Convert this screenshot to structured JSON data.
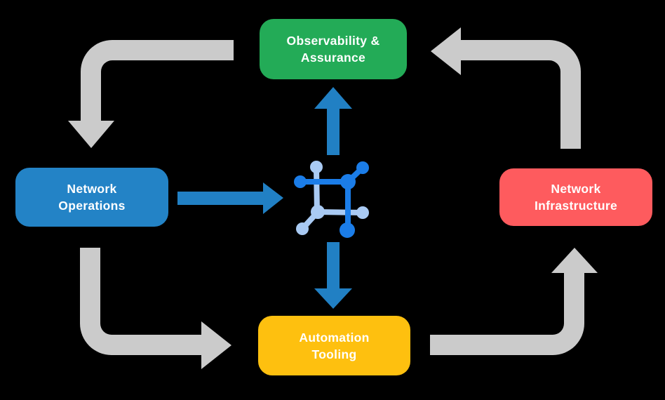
{
  "diagram": {
    "background_color": "#000000",
    "text_color": "#ffffff",
    "nodes": {
      "observability": {
        "line1": "Observability &",
        "line2": "Assurance",
        "color": "#23ab57"
      },
      "operations": {
        "line1": "Network",
        "line2": "Operations",
        "color": "#2383c6"
      },
      "infrastructure": {
        "line1": "Network",
        "line2": "Infrastructure",
        "color": "#fe5b5e"
      },
      "automation": {
        "line1": "Automation",
        "line2": "Tooling",
        "color": "#fec00f"
      }
    },
    "arrows": {
      "gray_color": "#cbcbcb",
      "blue_color": "#2180c4",
      "flows": [
        {
          "from": "observability",
          "to": "operations",
          "style": "gray-elbow"
        },
        {
          "from": "operations",
          "to": "automation",
          "style": "gray-elbow"
        },
        {
          "from": "automation",
          "to": "infrastructure",
          "style": "gray-elbow"
        },
        {
          "from": "infrastructure",
          "to": "observability",
          "style": "gray-elbow"
        },
        {
          "from": "operations",
          "to": "center-hub",
          "style": "blue-straight"
        },
        {
          "from": "center-hub",
          "to": "observability",
          "style": "blue-straight"
        },
        {
          "from": "center-hub",
          "to": "automation",
          "style": "blue-straight"
        }
      ]
    },
    "center_icon": {
      "name": "network-mesh-icon",
      "dark_color": "#1b7de8",
      "light_color": "#a9caf3"
    }
  }
}
